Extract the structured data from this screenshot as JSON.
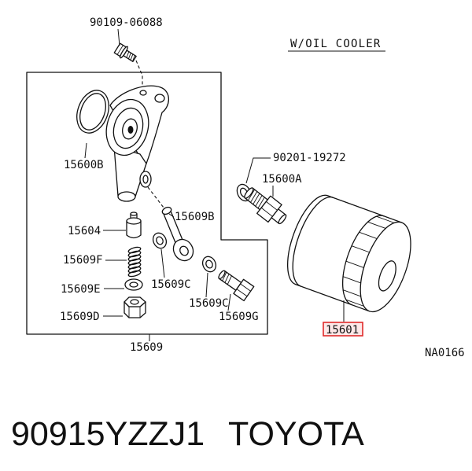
{
  "diagram": {
    "cooler_note": "W/OIL COOLER",
    "drawing_code": "NA0166",
    "labels": {
      "bolt": "90109-06088",
      "housing": "15600B",
      "gasket": "90201-19272",
      "union": "15600A",
      "pipe": "15609B",
      "valve": "15604",
      "spring": "15609F",
      "washer_c1": "15609C",
      "washer_e": "15609E",
      "washer_c2": "15609C",
      "plug": "15609D",
      "bolt_g": "15609G",
      "assembly": "15609",
      "filter": "15601"
    },
    "highlight_color": "#e02a2a",
    "ink_color": "#111111"
  },
  "caption": {
    "part_number": "90915YZZJ1",
    "brand": "TOYOTA"
  }
}
